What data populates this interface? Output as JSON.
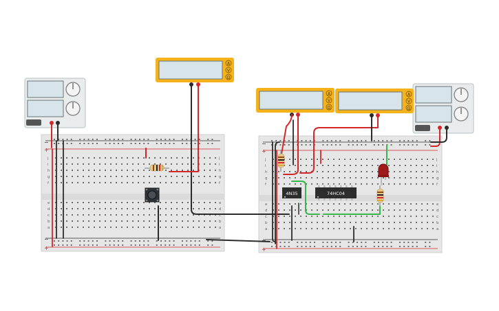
{
  "chips": {
    "optocoupler": "4N35",
    "inverter": "74HC04"
  },
  "multimeter": {
    "mode_labels": [
      "A",
      "V",
      "Ω"
    ]
  },
  "breadboard": {
    "row_letters_top": [
      "j",
      "i",
      "h",
      "g",
      "f"
    ],
    "row_letters_bottom": [
      "e",
      "d",
      "c",
      "b",
      "a"
    ],
    "rail_plus": "+",
    "rail_minus": "−"
  },
  "colors": {
    "meter_body": "#f6b21b",
    "meter_screen": "#d7e4ea",
    "board": "#e6e6e6",
    "wire_red": "#d3262a",
    "wire_black": "#2b2b2b",
    "wire_green": "#39b54a",
    "chip": "#2d2d2d",
    "led": "#a11a1a"
  }
}
